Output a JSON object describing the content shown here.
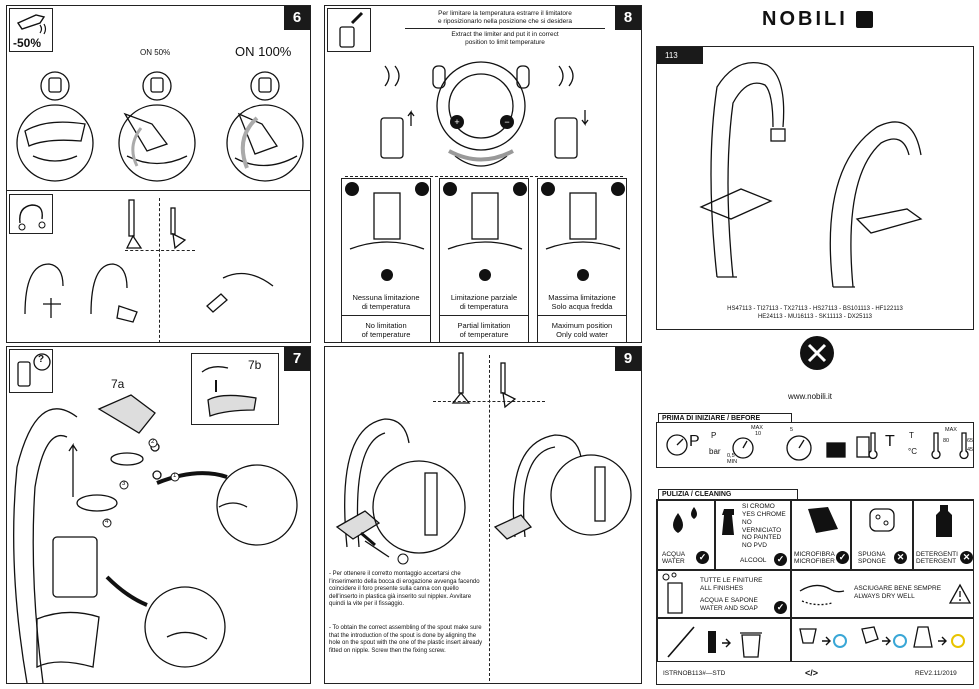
{
  "p6": {
    "num": "6",
    "pct": "-50%",
    "on50": "ON 50%",
    "on100": "ON 100%"
  },
  "p7": {
    "num": "7",
    "label_a": "7a",
    "label_b": "7b",
    "q": "?",
    "steps": [
      "1",
      "2",
      "3",
      "4"
    ]
  },
  "p8": {
    "num": "8",
    "it_top": "Per limitare la temperatura estrarre il limitatore\ne riposizionarlo nella posizione che si desidera",
    "en_top": "Extract the limiter and put it in correct\nposition to limit temperature",
    "cols": [
      {
        "it": "Nessuna limitazione\ndi temperatura",
        "en": "No limitation\nof temperature"
      },
      {
        "it": "Limitazione parziale\ndi temperatura",
        "en": "Partial limitation\nof temperature"
      },
      {
        "it": "Massima limitazione\nSolo acqua fredda",
        "en": "Maximum position\nOnly cold water"
      }
    ]
  },
  "p9": {
    "num": "9",
    "it_text": "- Per ottenere il corretto montaggio  accertarsi che l'inserimento della bocca di erogazione avvenga facendo coincidere il foro presente sulla canna con quello dell'inserto in plastica già inserito sul nipplex. Avvitare quindi la vite per il fissaggio.",
    "en_text": "- To obtain the correct assembling of the spout make sure that the introduction of the spout is done by aligning the hole on the spout with the one of the plastic insert already fitted on nipple. Screw then the fixing screw."
  },
  "right": {
    "brand": "NOBILI",
    "model": "113",
    "codes_1": "HS47113 - TI27113 - TX27113 - HS27113 - BS101113 - HF122113",
    "codes_2": "HE24113 - MU16113 - SK11113 - DX25113",
    "url": "www.nobili.it",
    "before_title": "PRIMA DI INIZIARE / BEFORE STARTING",
    "before": {
      "p": "P",
      "p2": "P",
      "bar": "bar",
      "v05": "0,5",
      "min": "MIN",
      "max": "MAX",
      "v10": "10",
      "v5": "5",
      "t": "T",
      "t2": "T",
      "celsius": "°C",
      "max2": "MAX",
      "v80": "80",
      "v65": "65",
      "v45": "45"
    },
    "clean_title": "PULIZIA / CLEANING",
    "clean": {
      "water_it": "ACQUA",
      "water_en": "WATER",
      "si_cromo": "SI CROMO\nYES CHROME",
      "no_list": "NO VERNICIATO\nNO PAINTED\nNO PVD",
      "alcool": "ALCOOL",
      "micro_it": "MICROFIBRA",
      "micro_en": "MICROFIBER",
      "sponge_it": "SPUGNA",
      "sponge_en": "SPONGE",
      "det_it": "DETERGENTI",
      "det_en": "DETERGENT",
      "finish_it": "TUTTE LE FINITURE",
      "finish_en": "ALL FINISHES",
      "soap": "ACQUA E SAPONE\nWATER AND SOAP",
      "dry": "ASCIUGARE BENE SEMPRE\nALWAYS DRY WELL"
    },
    "footer_code": "ISTRNOB113#—STD",
    "footer_symbol": "</>",
    "footer_rev": "REV2.11/2019"
  }
}
